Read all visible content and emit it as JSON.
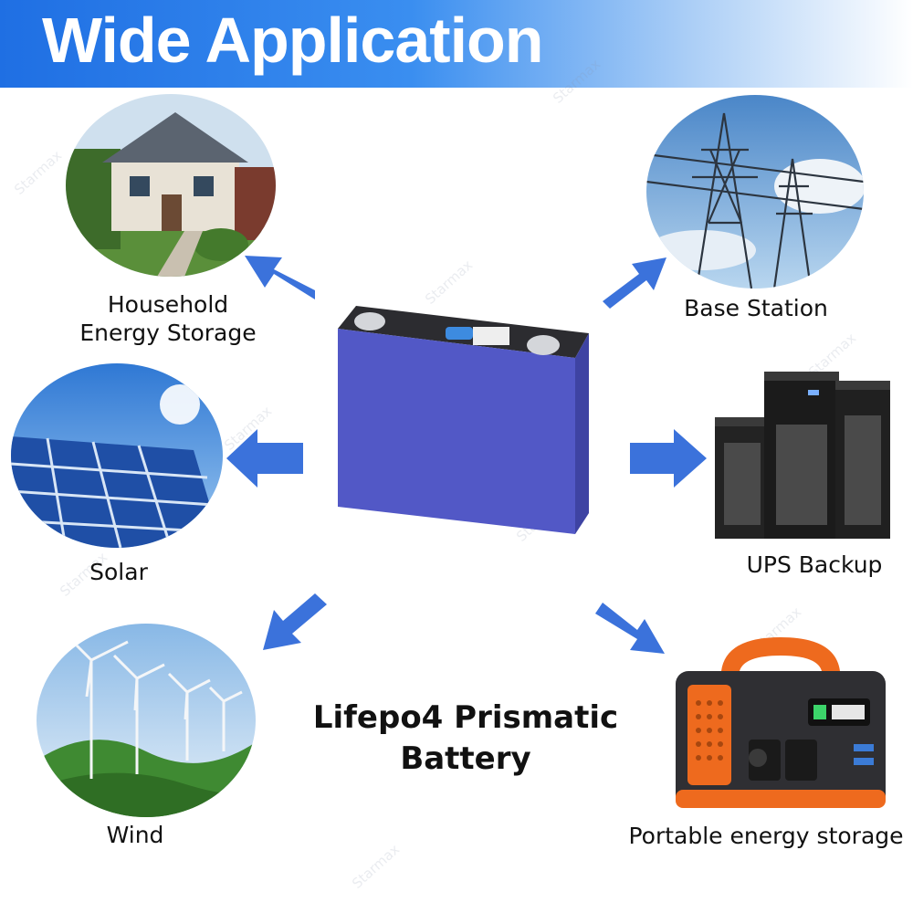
{
  "banner": {
    "title": "Wide Application"
  },
  "product": {
    "caption_line1": "Lifepo4 Prismatic",
    "caption_line2": "Battery"
  },
  "applications": {
    "household_line1": "Household",
    "household_line2": "Energy Storage",
    "base_station": "Base Station",
    "solar": "Solar",
    "ups": "UPS Backup",
    "wind": "Wind",
    "portable": "Portable energy storage"
  },
  "watermark": "Starmax",
  "colors": {
    "banner": "#1f6fe3",
    "arrow": "#3b72db",
    "battery": "#5057c4"
  }
}
